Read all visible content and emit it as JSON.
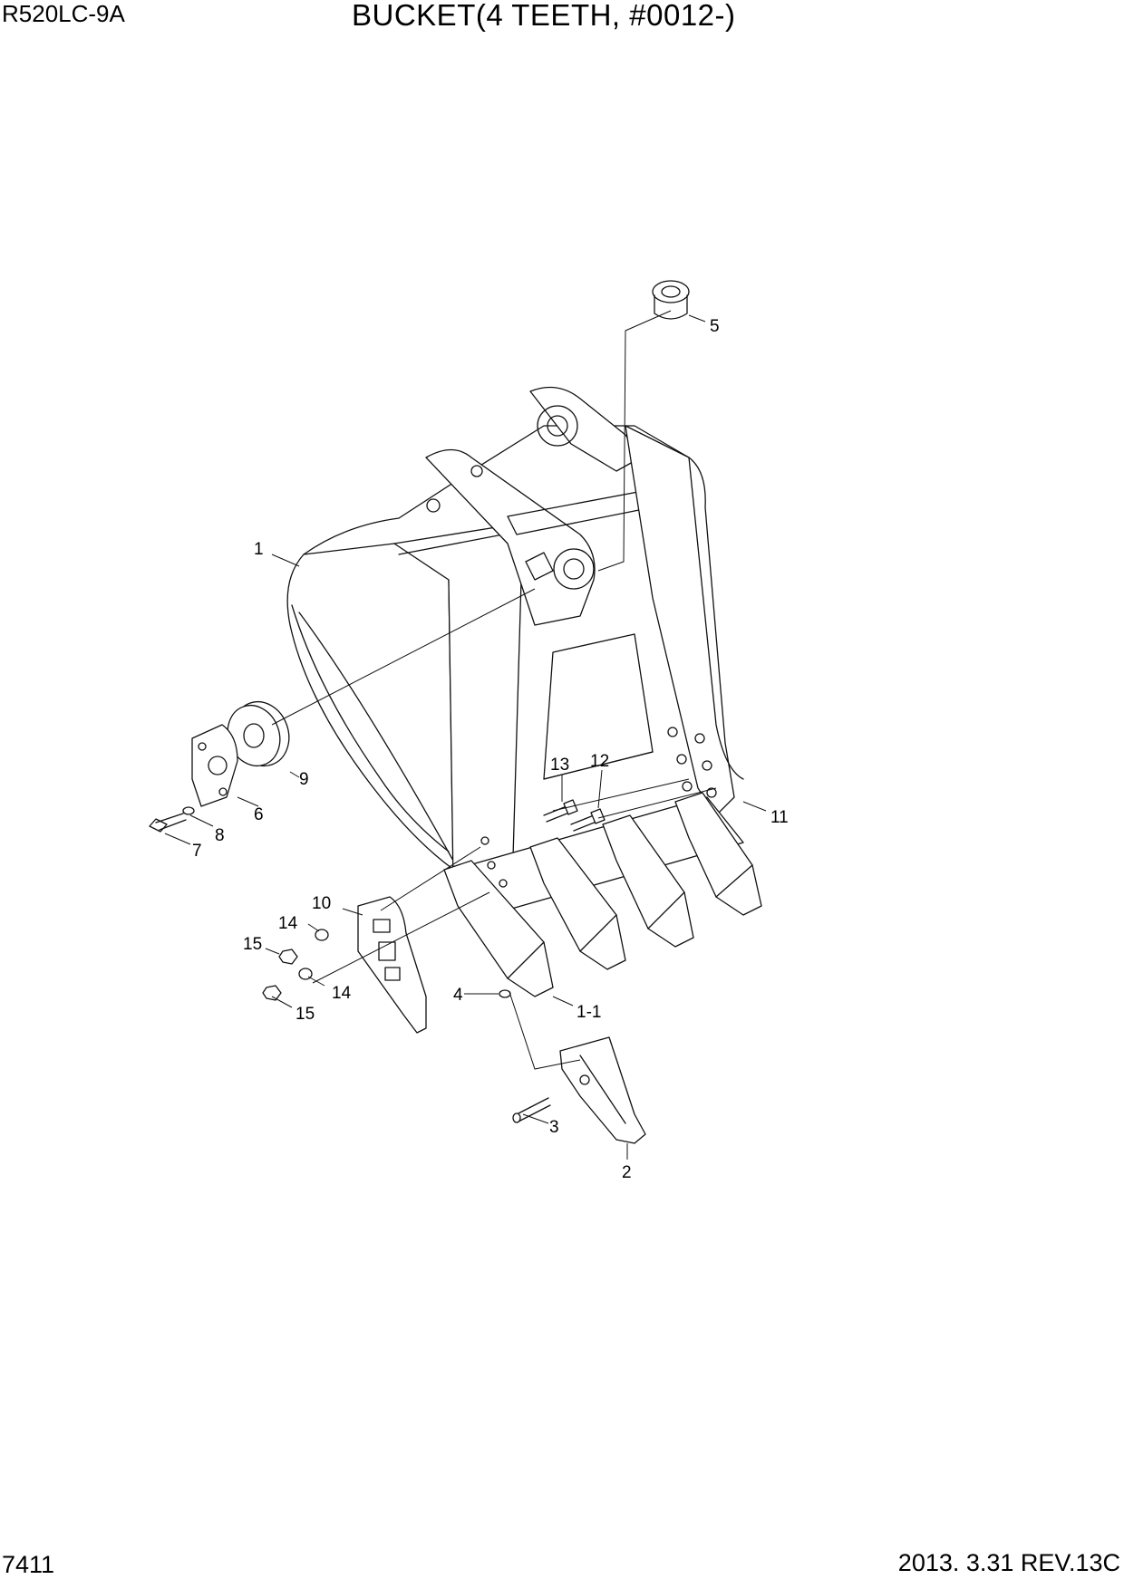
{
  "header": {
    "model": "R520LC-9A",
    "title": "BUCKET(4 TEETH, #0012-)"
  },
  "footer": {
    "page_number": "7411",
    "revision": "2013. 3.31  REV.13C"
  },
  "callouts": {
    "c1": "1",
    "c1_1": "1-1",
    "c2": "2",
    "c3": "3",
    "c4": "4",
    "c5": "5",
    "c6": "6",
    "c7": "7",
    "c8": "8",
    "c9": "9",
    "c10": "10",
    "c11": "11",
    "c12": "12",
    "c13": "13",
    "c14a": "14",
    "c14b": "14",
    "c15a": "15",
    "c15b": "15"
  }
}
